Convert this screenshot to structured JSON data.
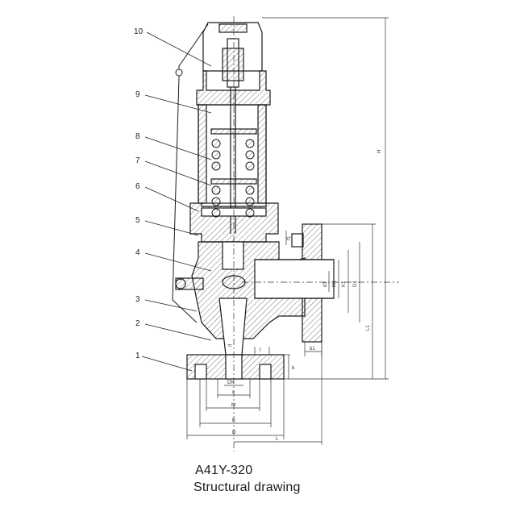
{
  "caption": {
    "model": "A41Y-320",
    "subtitle": "Structural drawing"
  },
  "callouts": [
    "1",
    "2",
    "3",
    "4",
    "5",
    "6",
    "7",
    "8",
    "9",
    "10"
  ],
  "dimensions": {
    "H": "H",
    "L": "L",
    "L1": "L1",
    "D": "D",
    "K": "K",
    "M": "M",
    "DN": "DN",
    "d": "d",
    "c": "c",
    "b": "b",
    "b1": "b1",
    "f": "f",
    "f1": "f1",
    "D1": "D1",
    "K1": "K1",
    "M1": "M1",
    "d1": "d1"
  },
  "colors": {
    "line": "#1a1a1a",
    "hatch": "#555555",
    "background": "#ffffff"
  }
}
